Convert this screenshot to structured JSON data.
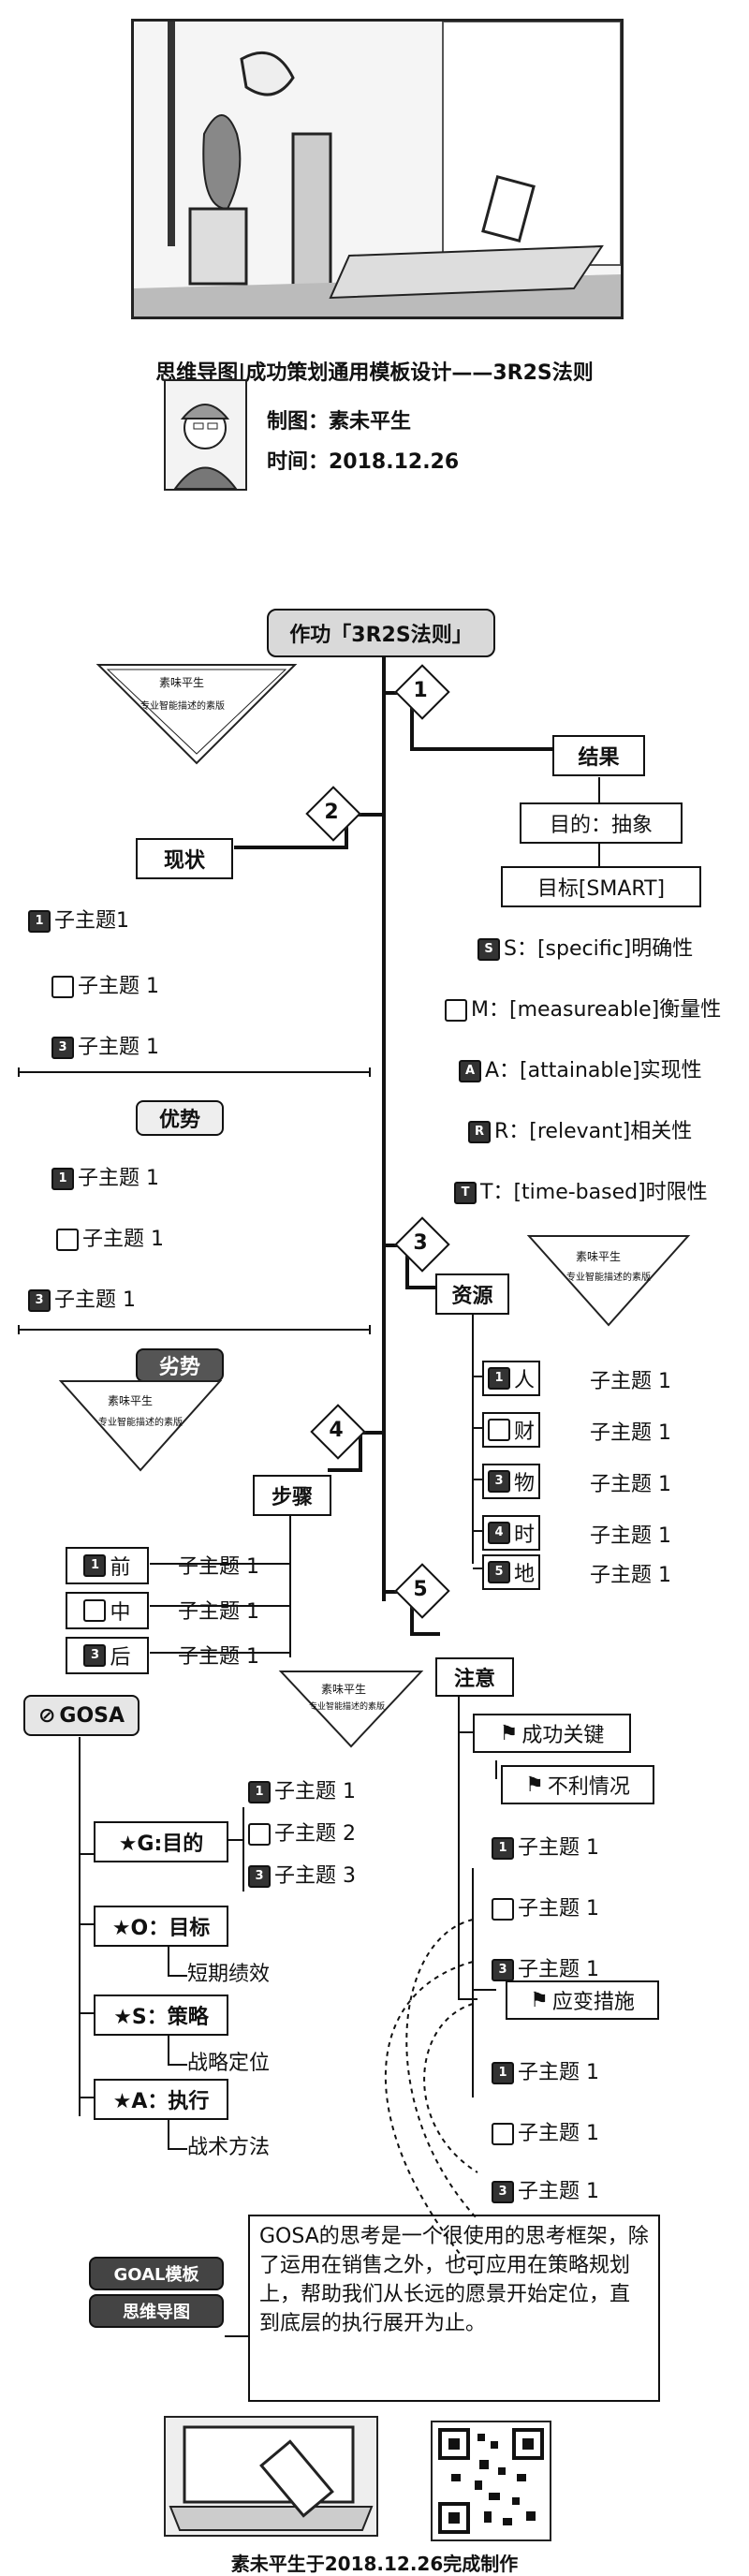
{
  "title": "思维导图|成功策划通用模板设计——3R2S法则",
  "author_line": "制图：素未平生",
  "time_line": "时间：2018.12.26",
  "root": "作功「3R2S法则」",
  "stamp": {
    "top": "素味平生",
    "bottom": "专业智能描述的素版"
  },
  "branches": {
    "b1": {
      "num": "1",
      "label": "结果",
      "sub1": "目的：抽象",
      "sub2": "目标[SMART]",
      "items": [
        {
          "badge": "S",
          "text": "S：[specific]明确性"
        },
        {
          "badge": "",
          "text": "M：[measureable]衡量性"
        },
        {
          "badge": "A",
          "text": "A：[attainable]实现性"
        },
        {
          "badge": "R",
          "text": "R：[relevant]相关性"
        },
        {
          "badge": "T",
          "text": "T：[time-based]时限性"
        }
      ]
    },
    "b2": {
      "num": "2",
      "label": "现状",
      "items": [
        "子主题1",
        "子主题 1",
        "子主题 1"
      ],
      "youshi": "优势",
      "youshi_items": [
        "子主题 1",
        "子主题 1",
        "子主题 1"
      ],
      "lieshi": "劣势"
    },
    "b3": {
      "num": "3",
      "label": "资源",
      "items": [
        {
          "k": "人",
          "v": "子主题 1"
        },
        {
          "k": "财",
          "v": "子主题 1"
        },
        {
          "k": "物",
          "v": "子主题 1"
        },
        {
          "k": "时",
          "v": "子主题 1"
        },
        {
          "k": "地",
          "v": "子主题 1"
        }
      ]
    },
    "b4": {
      "num": "4",
      "label": "步骤",
      "items": [
        {
          "k": "前",
          "v": "子主题 1"
        },
        {
          "k": "中",
          "v": "子主题 1"
        },
        {
          "k": "后",
          "v": "子主题 1"
        }
      ]
    },
    "b5": {
      "num": "5",
      "label": "注意",
      "key": "成功关键",
      "bad": "不利情况",
      "resp": "应变措施",
      "items1": [
        "子主题 1",
        "子主题 1",
        "子主题 1"
      ],
      "items2": [
        "子主题 1",
        "子主题 1",
        "子主题 1"
      ]
    }
  },
  "gosa": {
    "label": "GOSA",
    "g": "★G:目的",
    "g_items": [
      "子主题 1",
      "子主题 2",
      "子主题 3"
    ],
    "o": "★O：目标",
    "o_sub": "短期绩效",
    "s": "★S：策略",
    "s_sub": "战略定位",
    "a": "★A：执行",
    "a_sub": "战术方法"
  },
  "note_label_1": "GOAL模板",
  "note_label_2": "思维导图",
  "note": "GOSA的思考是一个很使用的思考框架，除了运用在销售之外，也可应用在策略规划上，帮助我们从长远的愿景开始定位，直到底层的执行展开为止。",
  "footer": "素未平生于2018.12.26完成制作"
}
